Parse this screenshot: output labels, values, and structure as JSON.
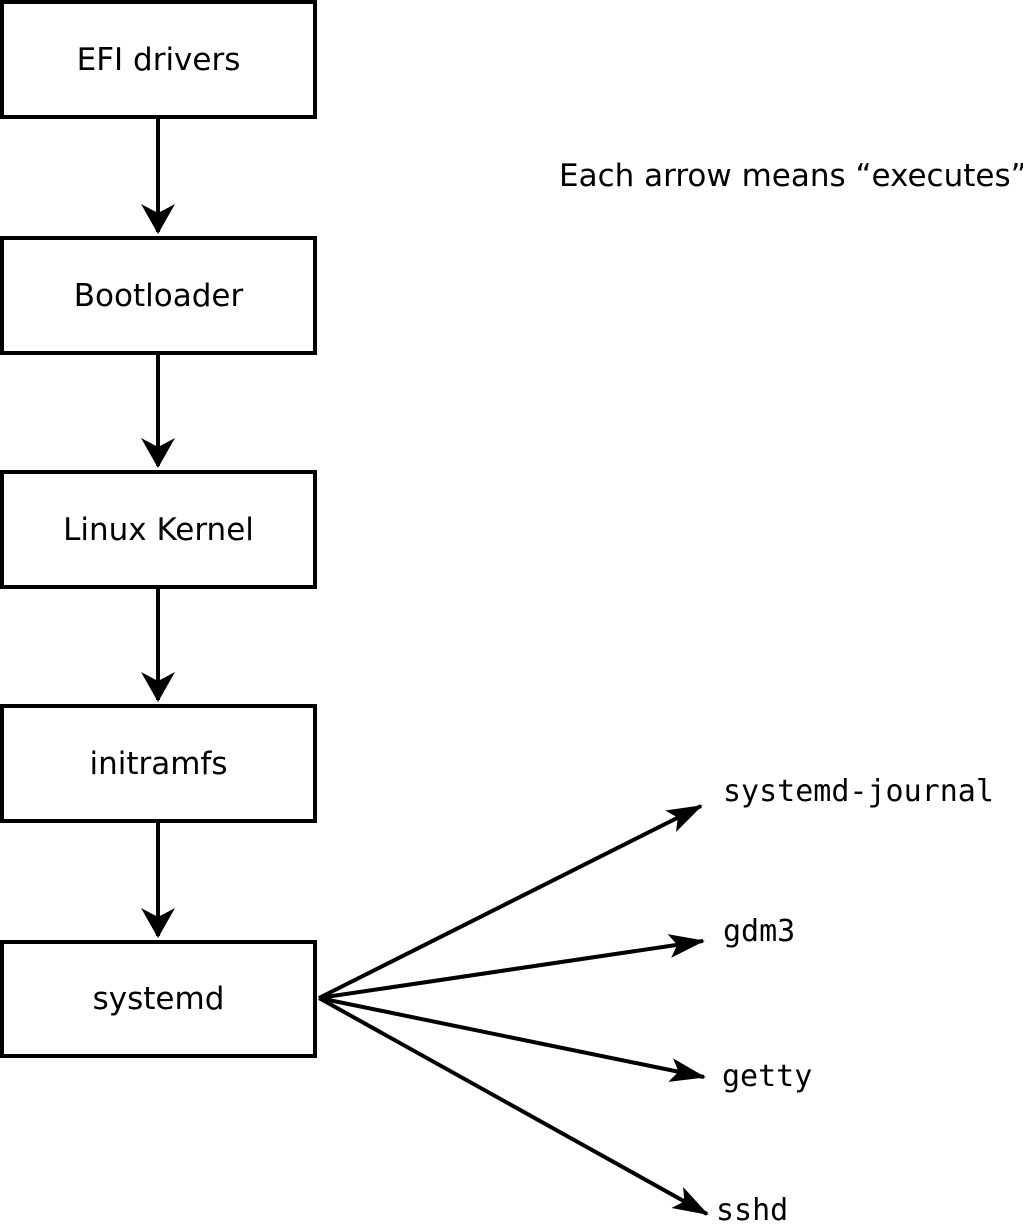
{
  "annotation": {
    "text": "Each arrow means “executes”."
  },
  "chain": [
    {
      "id": "efi-drivers",
      "label": "EFI drivers"
    },
    {
      "id": "bootloader",
      "label": "Bootloader"
    },
    {
      "id": "linux-kernel",
      "label": "Linux Kernel"
    },
    {
      "id": "initramfs",
      "label": "initramfs"
    },
    {
      "id": "systemd",
      "label": "systemd"
    }
  ],
  "spawned": [
    {
      "label": "systemd-journal"
    },
    {
      "label": "gdm3"
    },
    {
      "label": "getty"
    },
    {
      "label": "sshd"
    }
  ],
  "arrow_meaning": "executes",
  "colors": {
    "line": "#000000",
    "text": "#000000",
    "box_fill": "#ffffff",
    "background": "#ffffff"
  }
}
